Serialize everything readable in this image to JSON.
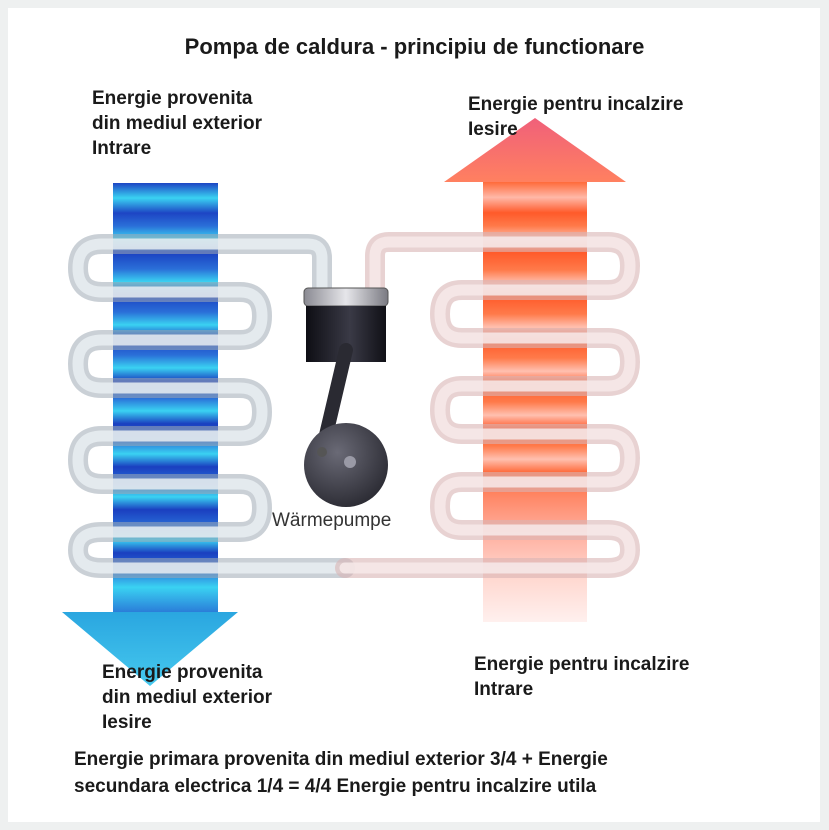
{
  "title": "Pompa de caldura - principiu de functionare",
  "labels": {
    "cold_in": "Energie provenita\ndin mediul exterior\nIntrare",
    "heat_out": "Energie pentru incalzire\nIesire",
    "cold_out": "Energie provenita\ndin mediul exterior\nIesire",
    "heat_in": "Energie pentru incalzire\nIntrare",
    "pump": "Wärmepumpe"
  },
  "footer": {
    "line1": "Energie primara provenita din mediul exterior 3/4 + Energie",
    "line2": "secundara electrica 1/4 = 4/4 Energie pentru incalzire utila"
  },
  "colors": {
    "cold_dark": "#1a3fc0",
    "cold_light": "#39d0f0",
    "hot_dark": "#ff5a2a",
    "hot_light": "#ffd2c8",
    "pipe": "#c9d3da",
    "compressor": "#1c1c22"
  }
}
